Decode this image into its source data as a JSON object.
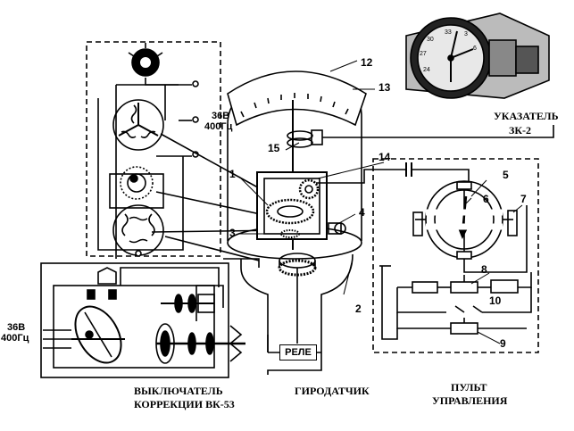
{
  "labels": {
    "n1": "1",
    "n2": "2",
    "n3": "3",
    "n4": "4",
    "n5": "5",
    "n6": "6",
    "n7": "7",
    "n8": "8",
    "n9": "9",
    "n10": "10",
    "n12": "12",
    "n13": "13",
    "n14": "14",
    "n15": "15"
  },
  "captions": {
    "indicator_line1": "УКАЗАТЕЛЬ",
    "indicator_line2": "ЗК-2",
    "switch_line1": "ВЫКЛЮЧАТЕЛЬ",
    "switch_line2": "КОРРЕКЦИИ ВК-53",
    "gyro": "ГИРОДАТЧИК",
    "panel_line1": "ПУЛЬТ",
    "panel_line2": "УПРАВЛЕНИЯ",
    "relay": "РЕЛЕ",
    "power_top_v": "36В",
    "power_top_hz": "400Гц",
    "power_left_v": "36В",
    "power_left_hz": "400Гц"
  },
  "dial_numbers": [
    "33",
    "30",
    "27",
    "24",
    "3",
    "6"
  ]
}
